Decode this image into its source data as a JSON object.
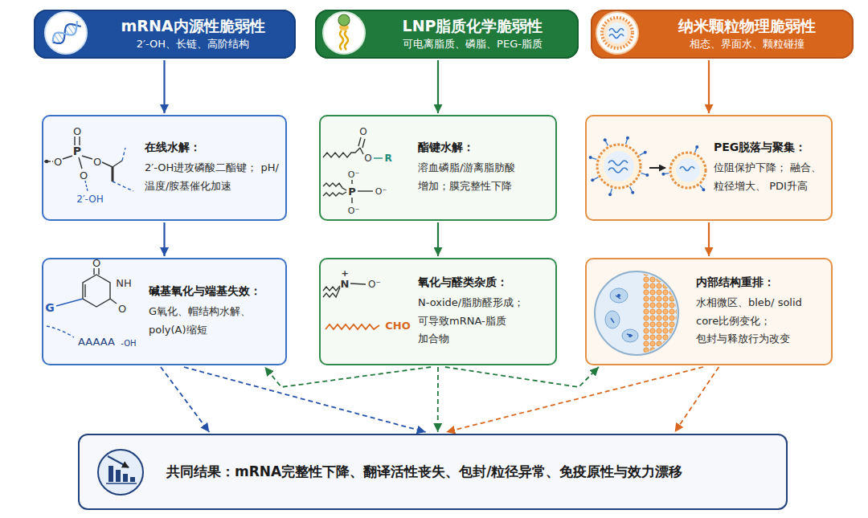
{
  "diagram": {
    "nodes": [
      {
        "text": [
          "mRNA内源性脆弱性",
          "2′-OH、长链、高阶结构"
        ]
      },
      {
        "text": [
          "在线水解：",
          "2′-OH进攻磷酸二酯键； pH/温度/胺基催化加速"
        ]
      },
      {
        "text": [
          "碱基氧化与端基失效：",
          "G氧化、帽结构水解、 poly(A)缩短"
        ]
      },
      {
        "text": [
          "LNP脂质化学脆弱性",
          "可电离脂质、磷脂、PEG-脂质"
        ]
      },
      {
        "text": [
          "酯键水解：",
          "溶血磷脂/游离脂肪酸 增加；膜完整性下降"
        ]
      },
      {
        "text": [
          "氧化与醛类杂质：",
          "N-oxide/脂肪醛形成； 可导致mRNA-脂质 加合物"
        ]
      },
      {
        "text": [
          "纳米颗粒物理脆弱性",
          "相态、界面水、颗粒碰撞"
        ]
      },
      {
        "text": [
          "PEG脱落与聚集：",
          "位阻保护下降； 融合、粒径增大、 PDI升高"
        ]
      },
      {
        "text": [
          "内部结构重排：",
          "水相微区、bleb/ solid core比例变化； 包封与释放行为改变"
        ]
      },
      {
        "text": [
          "共同结果：mRNA完整性下降、翻译活性丧失、包封/粒径异常、免疫原性与效力漂移"
        ]
      }
    ],
    "edges": [
      {
        "from": 0,
        "to": 1,
        "arrow": "to"
      },
      {
        "from": 1,
        "to": 2,
        "arrow": "to"
      },
      {
        "from": 3,
        "to": 4,
        "arrow": "to"
      },
      {
        "from": 4,
        "to": 5,
        "arrow": "to"
      },
      {
        "from": 6,
        "to": 7,
        "arrow": "to"
      },
      {
        "from": 7,
        "to": 8,
        "arrow": "to"
      },
      {
        "from": 2,
        "to": 9,
        "arrow": "to"
      },
      {
        "from": 2,
        "to": 9,
        "arrow": "to"
      },
      {
        "from": 5,
        "to": 9,
        "arrow": "to"
      },
      {
        "from": 5,
        "to": 2,
        "arrow": "to"
      },
      {
        "from": 5,
        "to": 8,
        "arrow": "to"
      },
      {
        "from": 8,
        "to": 9,
        "arrow": "to"
      },
      {
        "from": 8,
        "to": 9,
        "arrow": "to"
      }
    ],
    "labels": [
      "O",
      "P",
      "O",
      "O",
      "O",
      "2′-OH",
      "O",
      "NH",
      "O",
      "G",
      "AAAAA",
      "-OH",
      "O",
      "O",
      "R",
      "O⁻",
      "P",
      "O⁻",
      "O⁻",
      "+",
      "N",
      "O⁻",
      "CHO"
    ]
  }
}
